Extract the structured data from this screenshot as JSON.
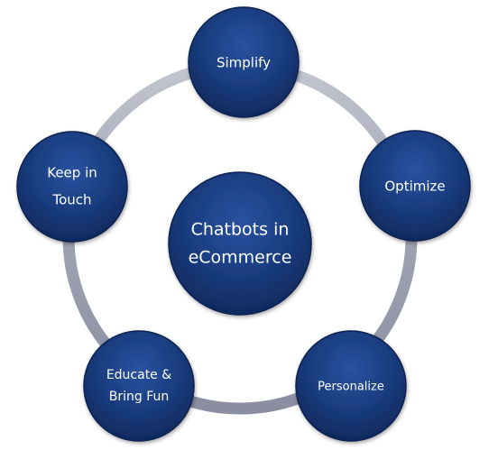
{
  "diagram": {
    "center": {
      "lines": [
        "Chatbots in",
        "eCommerce"
      ]
    },
    "nodes": [
      {
        "id": "simplify",
        "lines": [
          "Simplify"
        ]
      },
      {
        "id": "optimize",
        "lines": [
          "Optimize"
        ]
      },
      {
        "id": "personalize",
        "lines": [
          "Personalize"
        ]
      },
      {
        "id": "educate",
        "lines": [
          "Educate &",
          "Bring Fun"
        ]
      },
      {
        "id": "keep-in-touch",
        "lines": [
          "Keep in",
          "Touch"
        ]
      }
    ],
    "colors": {
      "node_fill": "#1a3d80",
      "node_fill_dark": "#112c61",
      "node_edge": "#0c2250",
      "ring": "#a2a6b4",
      "text": "#ffffff"
    }
  }
}
